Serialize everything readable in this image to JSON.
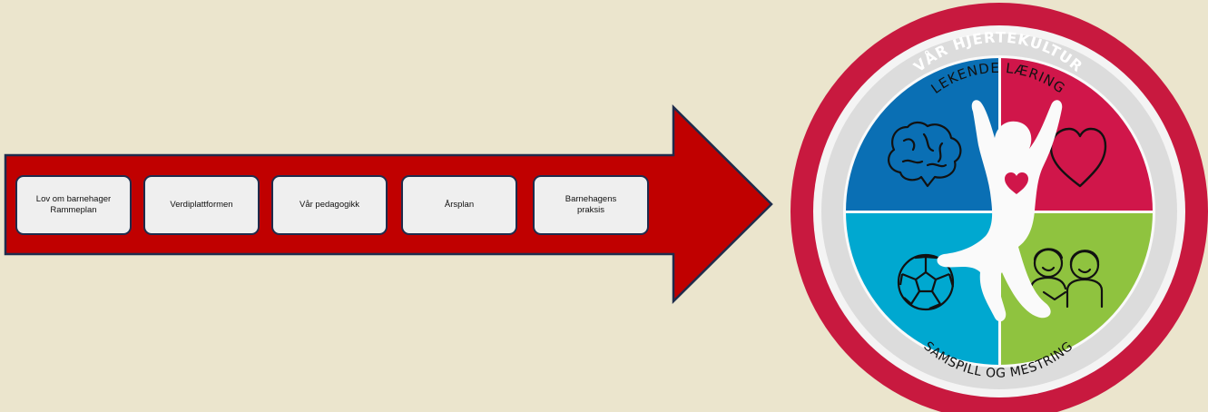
{
  "process": {
    "steps": [
      {
        "label": "Lov om barnehager\nRammeplan"
      },
      {
        "label": "Verdiplattformen"
      },
      {
        "label": "Vår pedagogikk"
      },
      {
        "label": "Årsplan"
      },
      {
        "label": "Barnehagens\npraksis"
      }
    ],
    "arrow_color": "#c00000"
  },
  "emblem": {
    "outer_title": "VÅR HJERTEKULTUR",
    "top_label": "LEKENDE LÆRING",
    "bottom_label": "SAMSPILL OG MESTRING",
    "ring_color": "#c8193f",
    "quadrant_colors": {
      "top_left": "#0a6fb4",
      "top_right": "#d0164a",
      "bottom_left": "#00a8d0",
      "bottom_right": "#8fc33f"
    },
    "quadrant_icons": {
      "top_left": "brain-icon",
      "top_right": "heart-icon",
      "bottom_left": "football-icon",
      "bottom_right": "friends-icon"
    }
  }
}
